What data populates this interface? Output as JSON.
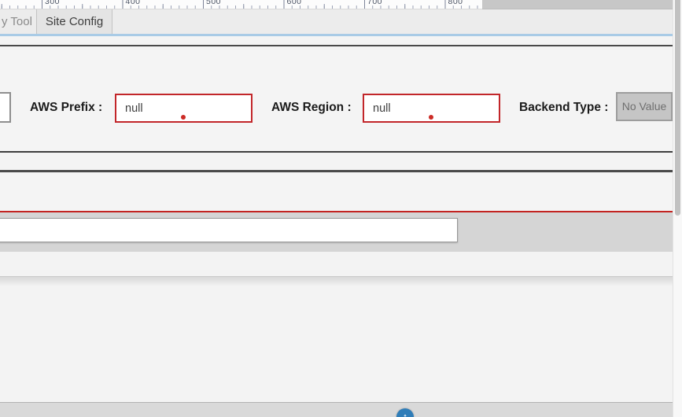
{
  "ruler": {
    "labels": [
      "300",
      "400",
      "500",
      "600",
      "700",
      "800"
    ]
  },
  "tabs": {
    "partial_tab_label": "y Tool",
    "active_tab_label": "Site Config"
  },
  "form": {
    "prefix_label": "AWS Prefix :",
    "prefix_value": "null",
    "region_label": "AWS Region :",
    "region_value": "null",
    "backend_label": "Backend Type :",
    "backend_value": "No Value"
  },
  "search": {
    "value": ""
  },
  "icons": {
    "up_arrow": "↑"
  },
  "colors": {
    "error_red": "#c2262a",
    "divider_blue": "#a9cbe6",
    "fab_blue": "#2f7db8",
    "band_gray": "#d5d5d5"
  }
}
